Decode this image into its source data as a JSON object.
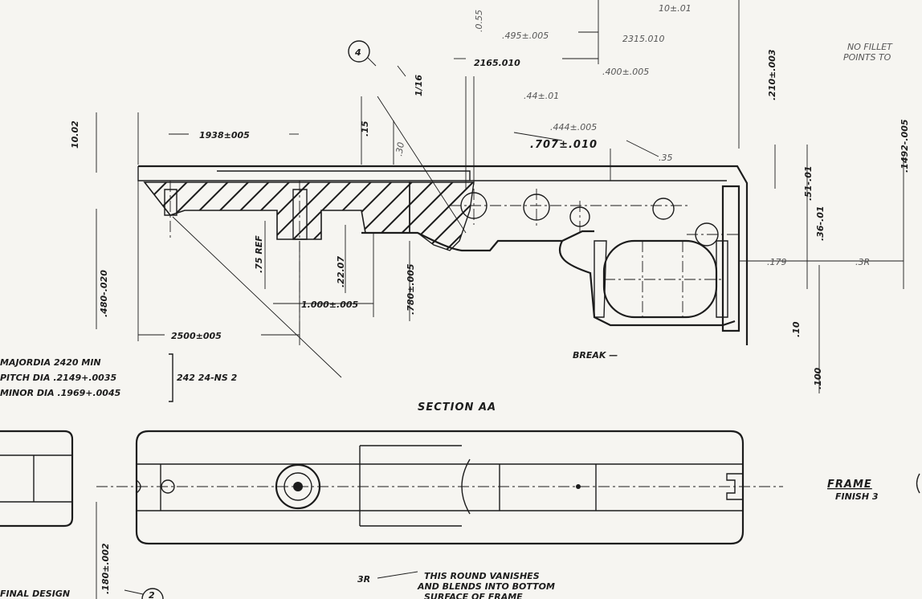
{
  "section": {
    "label": "SECTION AA",
    "break_label": "BREAK —"
  },
  "callout": {
    "number": "4"
  },
  "callout2": {
    "number": "2"
  },
  "dims": {
    "d_1938": "1938±005",
    "d_2500": "2500±005",
    "d_1000": "1.000±.005",
    "d_75": ".75 REF",
    "d_22": ".22.07",
    "d_780": ".780±.005",
    "d_480": ".480-.020",
    "d_707": ".707±.010",
    "d_444": ".444±.005",
    "d_44": ".44±.01",
    "d_2165": "2165.010",
    "d_2315": "2315.010",
    "d_495": ".495±.005",
    "d_400": ".400±.005",
    "d_16": "1/16",
    "d_15": ".15",
    "d_30": ".30",
    "d_35": ".35",
    "d_1002": "10.02",
    "d_210": ".210±.003",
    "d_51": ".51-.01",
    "d_36": ".36-.01",
    "d_1492": ".1492-.005",
    "d_10": ".10",
    "d_3r": "3R",
    "d_3r2": ".3R",
    "d_179": ".179",
    "d_180": ".180±.002",
    "d_100": ".100",
    "d_top1": "10±.01",
    "d_top2": ".0.55"
  },
  "thread": {
    "major": "MAJORDIA 2420 MIN",
    "pitch": "PITCH DIA .2149+.0035",
    "minor": "MINOR DIA .1969+.0045",
    "spec": "242 24-NS 2"
  },
  "notes": {
    "no_fill_1": "NO FILLET",
    "no_fill_2": "POINTS TO",
    "frame": "FRAME",
    "finish": "FINISH 3",
    "round_1": "THIS ROUND VANISHES",
    "round_2": "AND BLENDS INTO BOTTOM",
    "round_3": "SURFACE OF FRAME",
    "design": "FINAL DESIGN"
  }
}
